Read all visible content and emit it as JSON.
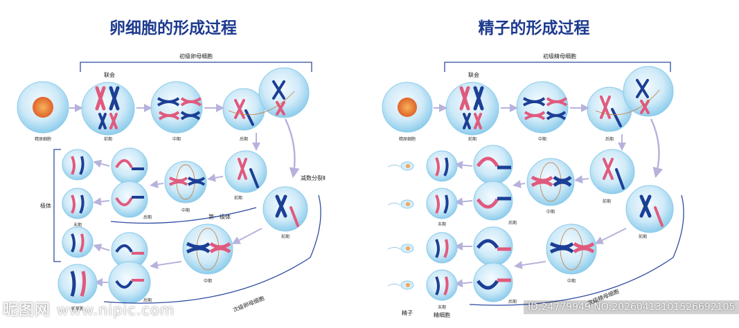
{
  "left_panel": {
    "title": "卵细胞的形成过程",
    "bracket_label": "初级卵母细胞",
    "synapsis_label": "联会",
    "cell_labels": {
      "oogonium": "精原细胞",
      "prophase": "前期",
      "metaphase": "中期",
      "anaphase": "后期",
      "meiosis2": "减数分裂Ⅱ",
      "prophase2": "前期",
      "metaphase2a": "中期",
      "anaphase2a": "后期",
      "first_polar": "第一极体",
      "telophase": "末期",
      "metaphase2b": "中期",
      "anaphase2b": "后期",
      "polar_bodies": "极体",
      "secondary_oocyte": "次级卵母细胞",
      "ovum": "卵细胞"
    }
  },
  "right_panel": {
    "title": "精子的形成过程",
    "bracket_label": "初级精母细胞",
    "synapsis_label": "联会",
    "cell_labels": {
      "spermatogonium": "精原细胞",
      "prophase": "前期",
      "metaphase": "中期",
      "anaphase": "后期",
      "prophase2": "前期",
      "metaphase2a": "中期",
      "anaphase2a": "后期",
      "telophase": "末期",
      "metaphase2b": "中期",
      "anaphase2b": "后期",
      "secondary_spermatocyte": "次级精母细胞",
      "sperm": "精子",
      "spermatid": "精细胞",
      "telophase2": "末期"
    }
  },
  "watermark": {
    "site_name": "昵图网",
    "site_url": "www.nipic.com",
    "id_text": "ID:24779949 NO:20260413101526692105"
  },
  "colors": {
    "title": "#1d3a8e",
    "cell_fill": "#bfe4f6",
    "cell_edge": "#8ccbea",
    "chrom_blue": "#1c3f95",
    "chrom_pink": "#e05a7e",
    "arrow": "#b6b2dc",
    "bracket": "#2c4aa0",
    "spindle": "#c27a3c"
  }
}
